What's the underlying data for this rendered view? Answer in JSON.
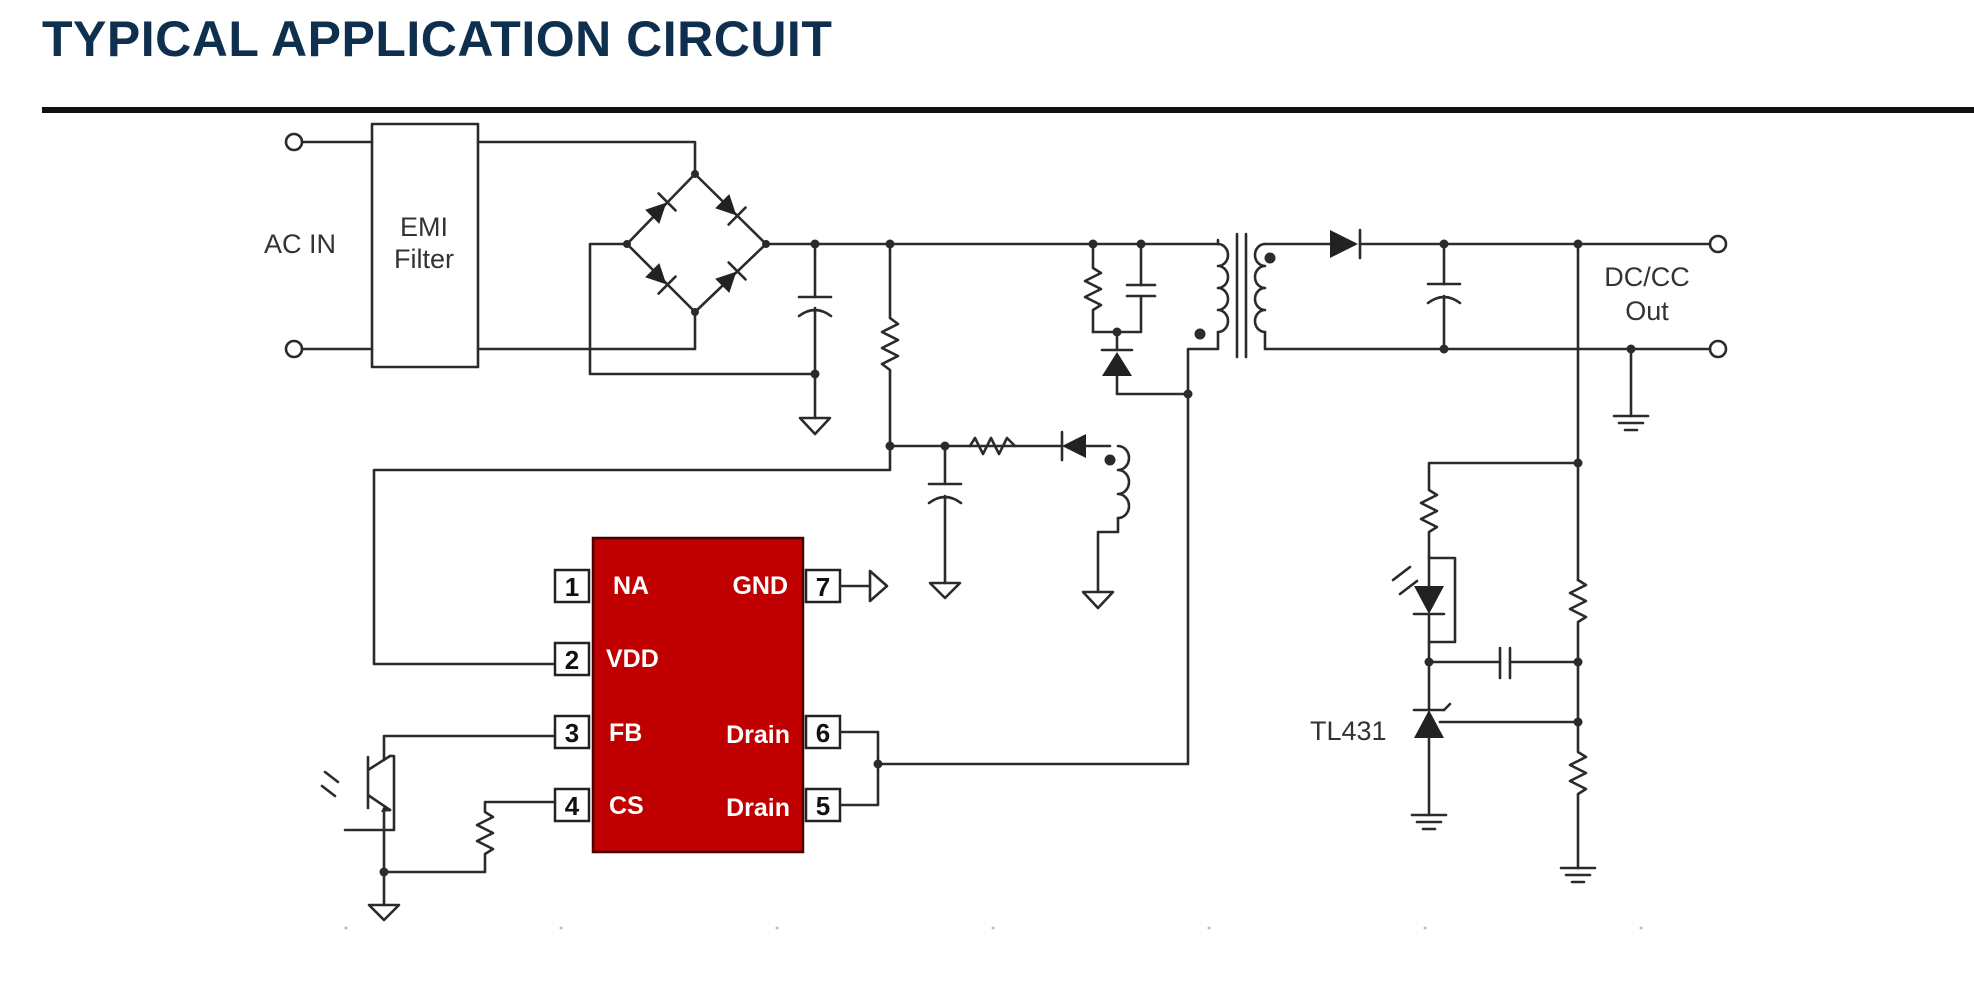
{
  "header": {
    "title": "TYPICAL APPLICATION CIRCUIT"
  },
  "diagram": {
    "labels": {
      "ac_in": "AC IN",
      "emi_line1": "EMI",
      "emi_line2": "Filter",
      "dc_out_line1": "DC/CC",
      "dc_out_line2": "Out",
      "tl431": "TL431"
    },
    "ic": {
      "color": "#c00000",
      "pins": [
        {
          "num": "1",
          "name": "NA"
        },
        {
          "num": "2",
          "name": "VDD"
        },
        {
          "num": "3",
          "name": "FB"
        },
        {
          "num": "4",
          "name": "CS"
        },
        {
          "num": "7",
          "name": "GND"
        },
        {
          "num": "6",
          "name": "Drain"
        },
        {
          "num": "5",
          "name": "Drain"
        }
      ]
    }
  }
}
